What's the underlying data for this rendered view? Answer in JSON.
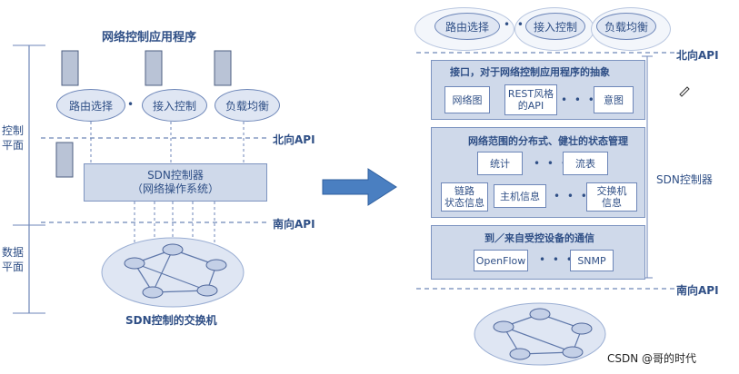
{
  "left": {
    "title": "网络控制应用程序",
    "apps": [
      "路由选择",
      "接入控制",
      "负载均衡"
    ],
    "dots": "• • •",
    "control_plane": "控制\n平面",
    "northbound": "北向API",
    "controller": "SDN控制器\n（网络操作系统）",
    "southbound": "南向API",
    "data_plane": "数据\n平面",
    "bottom_label": "SDN控制的交换机"
  },
  "right": {
    "apps": [
      "路由选择",
      "接入控制",
      "负载均衡"
    ],
    "dots": "• • •",
    "northbound": "北向API",
    "interface_title": "接口，对于网络控制应用程序的抽象",
    "interface_items": [
      "网络图",
      "REST风格\n的API",
      "意图"
    ],
    "state_title": "网络范围的分布式、健壮的状态管理",
    "state_items": [
      "统计",
      "流表",
      "链路\n状态信息",
      "主机信息",
      "交换机\n信息"
    ],
    "controller_label": "SDN控制器",
    "comm_title": "到／来自受控设备的通信",
    "comm_items": [
      "OpenFlow",
      "SNMP"
    ],
    "southbound": "南向API"
  },
  "watermark": "CSDN @哥的时代"
}
